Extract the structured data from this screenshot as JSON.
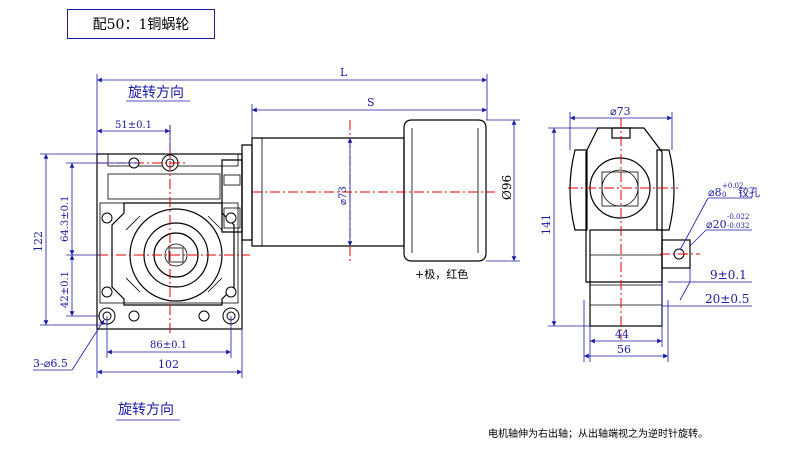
{
  "title_box": "配50：1铜蜗轮",
  "rotation_label": "旋转方向",
  "note_polarity": "+极，红色",
  "note_bottom": "电机轴伸为右出轴；从出轴端视之为逆时针旋转。",
  "dims": {
    "L": "L",
    "S": "S",
    "motor_dia": "⌀73",
    "can_dia": "Ø96",
    "width_51": "51±0.1",
    "height_122": "122",
    "height_643": "64.3±0.1",
    "height_42": "42±0.1",
    "width_86": "86±0.1",
    "width_102": "102",
    "holes": "3-⌀6.5",
    "side_dia": "⌀73",
    "side_height": "141",
    "hole_8": "⌀8",
    "hole_8_tol_up": "+0.02",
    "hole_8_tol_down": "0",
    "hole_8_note": "铰孔",
    "shaft_20": "⌀20",
    "shaft_20_tol_up": "-0.022",
    "shaft_20_tol_down": "-0.032",
    "dim_9": "9±0.1",
    "dim_20": "20±0.5",
    "dim_44": "44",
    "dim_56": "56"
  },
  "colors": {
    "dimension": "#1a1aa6",
    "centerline": "#e00000",
    "outline": "#000000"
  }
}
